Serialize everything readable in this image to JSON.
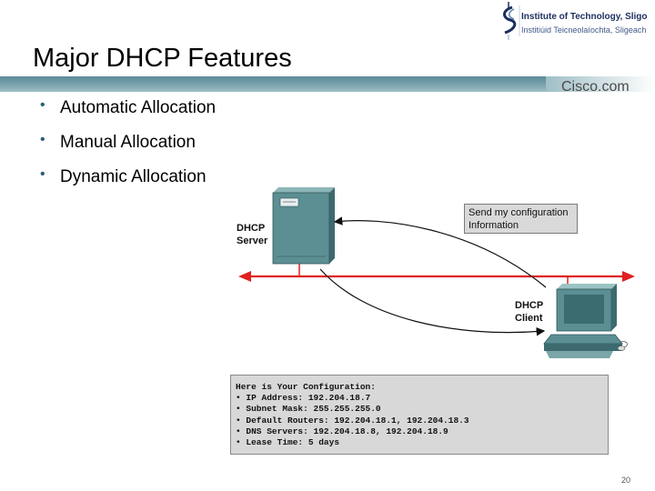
{
  "header": {
    "title": "Major DHCP Features",
    "brand": "Cisco.com",
    "institute_line1": "Institute of Technology, Sligo",
    "institute_line2": "Institiúid Teicneolaíochta, Sligeach"
  },
  "bullets": [
    {
      "text": "Automatic Allocation"
    },
    {
      "text": "Manual Allocation"
    },
    {
      "text": "Dynamic Allocation"
    }
  ],
  "diagram": {
    "server_label_line1": "DHCP",
    "server_label_line2": "Server",
    "client_label_line1": "DHCP",
    "client_label_line2": "Client",
    "request_line1": "Send my configuration",
    "request_line2": "Information",
    "config_header": "Here is Your Configuration:",
    "config_items": [
      "IP Address: 192.204.18.7",
      "Subnet Mask: 255.255.255.0",
      "Default Routers: 192.204.18.1, 192.204.18.3",
      "DNS Servers: 192.204.18.8, 192.204.18.9",
      "Lease Time: 5 days"
    ]
  },
  "footer": {
    "page_number": "20"
  },
  "colors": {
    "band": "#6f97a2",
    "network_line": "#e02020",
    "bullet": "#2a5f73",
    "server": "#5b8f93",
    "callout_bg": "#d9d9d9"
  }
}
